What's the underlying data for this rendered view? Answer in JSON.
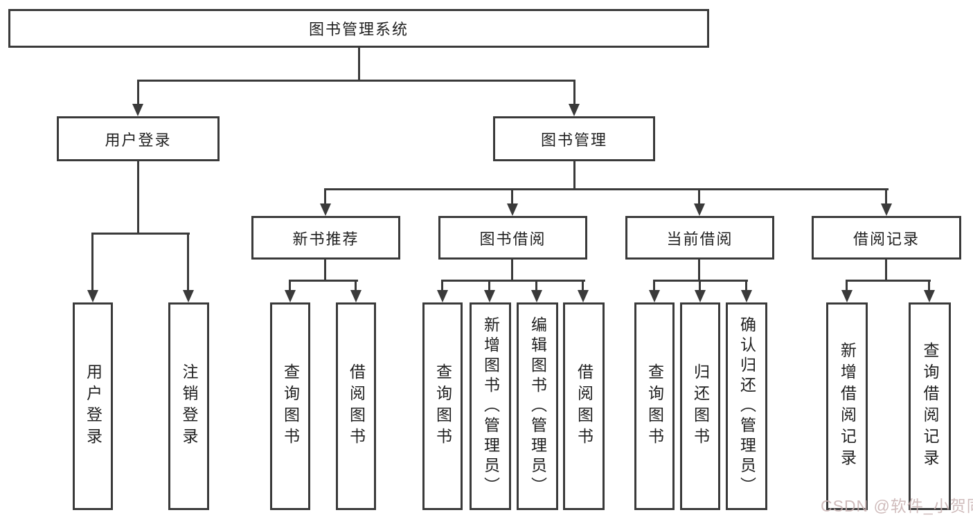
{
  "tree": {
    "root": {
      "label": "图书管理系统",
      "children": [
        {
          "label": "用户登录",
          "children": [
            {
              "label": "用户登录"
            },
            {
              "label": "注销登录"
            }
          ]
        },
        {
          "label": "图书管理",
          "children": [
            {
              "label": "新书推荐",
              "children": [
                {
                  "label": "查询图书"
                },
                {
                  "label": "借阅图书"
                }
              ]
            },
            {
              "label": "图书借阅",
              "children": [
                {
                  "label": "查询图书"
                },
                {
                  "label": "新增图书（管理员）"
                },
                {
                  "label": "编辑图书（管理员）"
                },
                {
                  "label": "借阅图书"
                }
              ]
            },
            {
              "label": "当前借阅",
              "children": [
                {
                  "label": "查询图书"
                },
                {
                  "label": "归还图书"
                },
                {
                  "label": "确认归还（管理员）"
                }
              ]
            },
            {
              "label": "借阅记录",
              "children": [
                {
                  "label": "新增借阅记录"
                },
                {
                  "label": "查询借阅记录"
                }
              ]
            }
          ]
        }
      ]
    }
  },
  "watermark": {
    "text": "CSDN @软件_小贺同学"
  },
  "colors": {
    "line": "#3a3a3a",
    "text": "#1f1f1f",
    "watermark": "#c7b0b0"
  }
}
